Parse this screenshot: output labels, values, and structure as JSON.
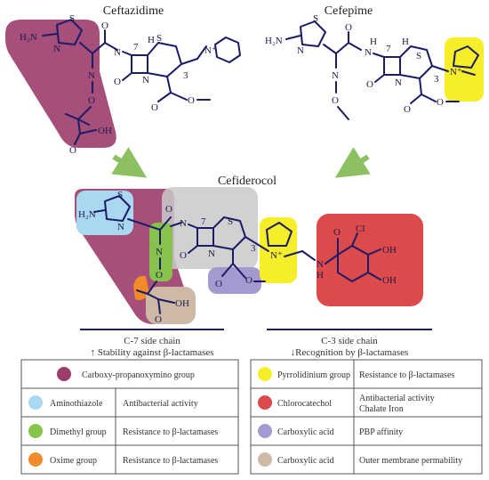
{
  "molecules": {
    "ceftazidime": "Ceftazidime",
    "cefepime": "Cefepime",
    "cefiderocol": "Cefiderocol"
  },
  "atoms": {
    "h2n": "H₂N",
    "s": "S",
    "n": "N",
    "nplus": "N⁺",
    "h": "H",
    "o": "O",
    "oh": "OH",
    "cl": "Cl",
    "n7": "7",
    "n3": "3"
  },
  "side_chains": {
    "c7_title": "C-7 side chain",
    "c7_note": "↑ Stability against β-lactamases",
    "c3_title": "C-3 side chain",
    "c3_note": "↓Recognition by β-lactamases"
  },
  "legend": {
    "left": [
      {
        "group": "Carboxy-propanoxymino group",
        "effect": "",
        "color": "#9b3c6b"
      },
      {
        "group": "Aminothiazole",
        "effect": "Antibacterial activity",
        "color": "#a9d8f0"
      },
      {
        "group": "Dimethyl group",
        "effect": "Resistance to β-lactamases",
        "color": "#86c24d"
      },
      {
        "group": "Oxime group",
        "effect": "Resistance to β-lactamases",
        "color": "#f08a2a"
      }
    ],
    "right": [
      {
        "group": "Pyrrolidinium group",
        "effect": "Resistance to β-lactamases",
        "effect2": "",
        "color": "#f7ee2a"
      },
      {
        "group": "Chlorocatechol",
        "effect": "Antibacterial activity",
        "effect2": "Chalate Iron",
        "color": "#dc4a4c"
      },
      {
        "group": "Carboxylic acid",
        "effect": "PBP affinity",
        "effect2": "",
        "color": "#a59ad0"
      },
      {
        "group": "Carboxylic acid",
        "effect": "Outer membrane permability",
        "effect2": "",
        "color": "#cdb9a6"
      }
    ]
  }
}
